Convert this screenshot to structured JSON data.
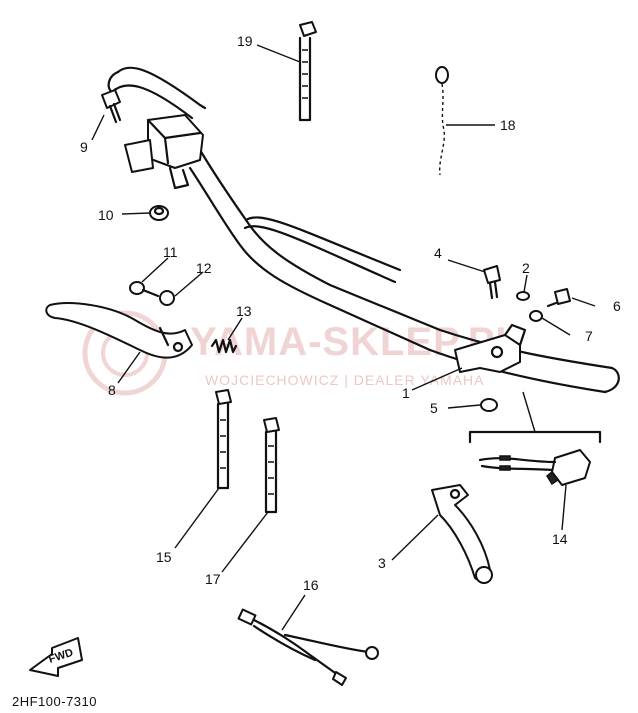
{
  "watermark": {
    "brand": "YAMA-SKLEP.PL",
    "tagline": "WOJCIECHOWICZ | DEALER YAMAHA"
  },
  "diagram_code": "2HF100-7310",
  "fwd_label": "FWD",
  "callouts": {
    "c1": "1",
    "c2": "2",
    "c3": "3",
    "c4": "4",
    "c5": "5",
    "c6": "6",
    "c7": "7",
    "c8": "8",
    "c9": "9",
    "c10": "10",
    "c11": "11",
    "c12": "12",
    "c13": "13",
    "c14": "14",
    "c15": "15",
    "c16": "16",
    "c17": "17",
    "c18": "18",
    "c19": "19"
  }
}
